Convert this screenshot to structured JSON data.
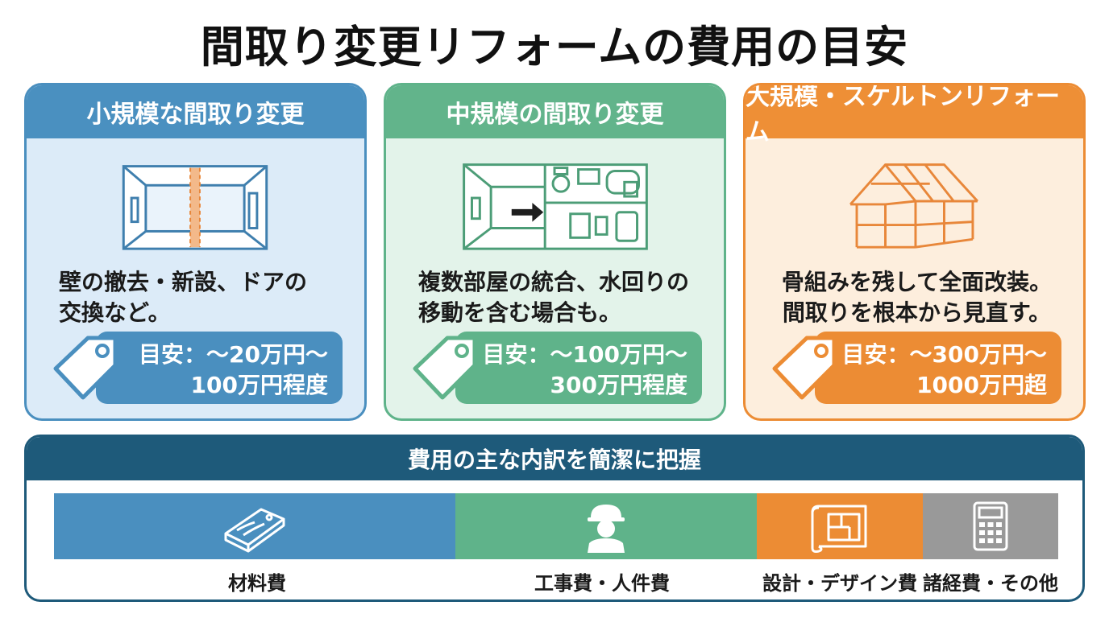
{
  "title": "間取り変更リフォームの費用の目安",
  "colors": {
    "small": "#4a8fbf",
    "medium": "#5fb38a",
    "large": "#ec8c34",
    "breakdown_header": "#1e5a7a",
    "other": "#999999"
  },
  "cards": [
    {
      "heading": "小規模な間取り変更",
      "illustration": "room-wall-icon",
      "desc_line1": "壁の撤去・新設、ドアの",
      "desc_line2": "交換など。",
      "price_line1": "目安：〜20万円〜",
      "price_line2": "100万円程度"
    },
    {
      "heading": "中規模の間取り変更",
      "illustration": "floorplan-water-icon",
      "desc_line1": "複数部屋の統合、水回りの",
      "desc_line2": "移動を含む場合も。",
      "price_line1": "目安：〜100万円〜",
      "price_line2": "300万円程度"
    },
    {
      "heading": "大規模・スケルトンリフォーム",
      "illustration": "house-frame-icon",
      "desc_line1": "骨組みを残して全面改装。",
      "desc_line2": "間取りを根本から見直す。",
      "price_line1": "目安：〜300万円〜",
      "price_line2": "1000万円超"
    }
  ],
  "breakdown": {
    "heading": "費用の主な内訳を簡潔に把握",
    "items": [
      {
        "label": "材料費",
        "icon": "lumber-icon",
        "share": 0.4
      },
      {
        "label": "工事費・人件費",
        "icon": "worker-icon",
        "share": 0.3
      },
      {
        "label": "設計・デザイン費",
        "icon": "blueprint-icon",
        "share": 0.165
      },
      {
        "label": "諸経費・その他",
        "icon": "calculator-icon",
        "share": 0.135
      }
    ]
  }
}
